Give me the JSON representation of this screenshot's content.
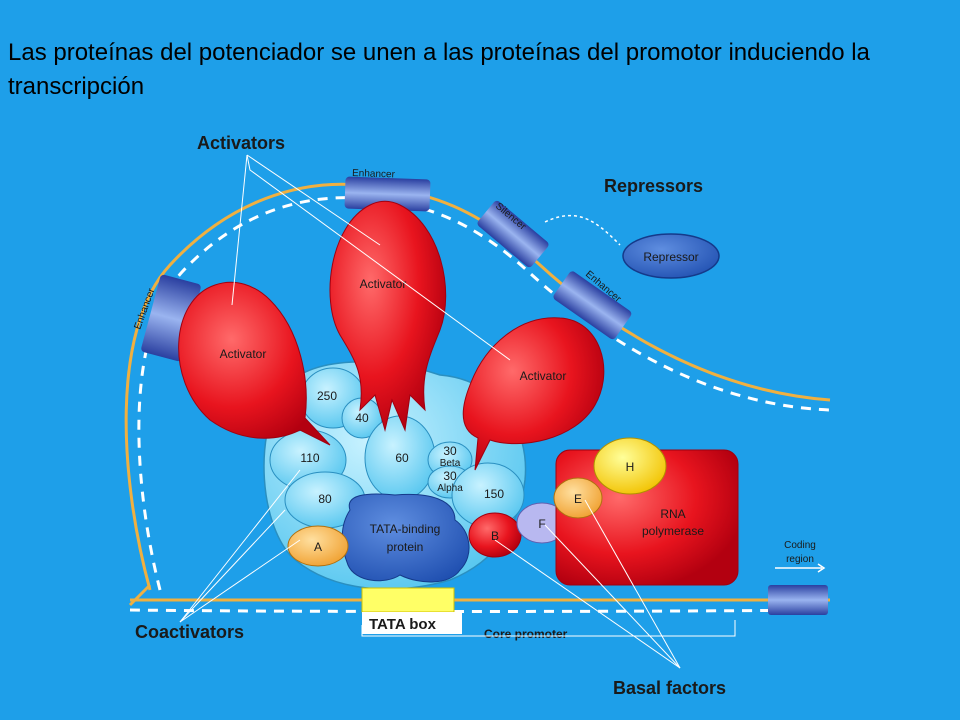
{
  "title": "Las proteínas del potenciador se unen a las proteínas del promotor induciendo la transcripción",
  "labels": {
    "activators": "Activators",
    "repressors": "Repressors",
    "coactivators": "Coactivators",
    "basal_factors": "Basal factors",
    "tata_box": "TATA box",
    "core_promoter": "Core promoter",
    "coding_region_1": "Coding",
    "coding_region_2": "region"
  },
  "dna_elements": {
    "enhancer_top": "Enhancer",
    "enhancer_left": "Enhancer",
    "enhancer_right": "Enhancer",
    "silencer": "Silencer"
  },
  "proteins": {
    "activator_left": "Activator",
    "activator_center": "Activator",
    "activator_right": "Activator",
    "repressor": "Repressor",
    "tata_binding_1": "TATA-binding",
    "tata_binding_2": "protein",
    "rna_pol_1": "RNA",
    "rna_pol_2": "polymerase"
  },
  "subunits": {
    "s250": "250",
    "s40": "40",
    "s110": "110",
    "s60": "60",
    "s30b": "30",
    "beta": "Beta",
    "s30a": "30",
    "alpha": "Alpha",
    "s80": "80",
    "s150": "150",
    "A": "A",
    "B": "B",
    "E": "E",
    "F": "F",
    "H": "H"
  }
}
